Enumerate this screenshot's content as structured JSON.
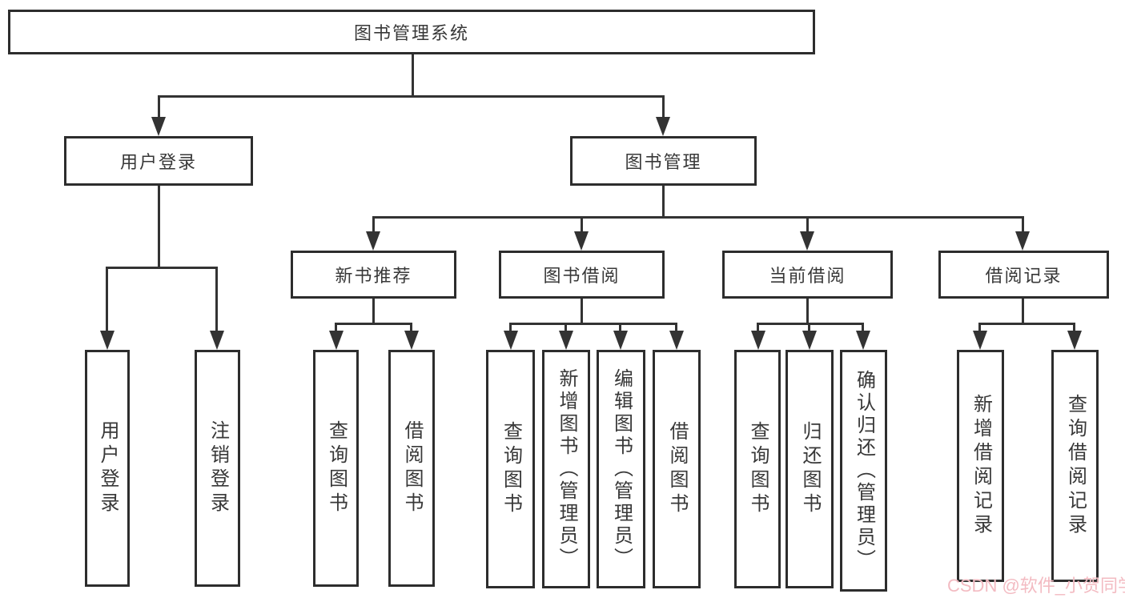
{
  "diagram_type": "hierarchy-tree",
  "tree": {
    "label": "图书管理系统",
    "children": [
      {
        "label": "用户登录",
        "children": [
          {
            "label": "用户登录"
          },
          {
            "label": "注销登录"
          }
        ]
      },
      {
        "label": "图书管理",
        "children": [
          {
            "label": "新书推荐",
            "children": [
              {
                "label": "查询图书"
              },
              {
                "label": "借阅图书"
              }
            ]
          },
          {
            "label": "图书借阅",
            "children": [
              {
                "label": "查询图书"
              },
              {
                "label": "新增图书（管理员）"
              },
              {
                "label": "编辑图书（管理员）"
              },
              {
                "label": "借阅图书"
              }
            ]
          },
          {
            "label": "当前借阅",
            "children": [
              {
                "label": "查询图书"
              },
              {
                "label": "归还图书"
              },
              {
                "label": "确认归还（管理员）"
              }
            ]
          },
          {
            "label": "借阅记录",
            "children": [
              {
                "label": "新增借阅记录"
              },
              {
                "label": "查询借阅记录"
              }
            ]
          }
        ]
      }
    ]
  },
  "watermark": {
    "text": "CSDN @软件_小贺同学"
  },
  "colors": {
    "background": "#ffffff",
    "box_border": "#2d2d2d",
    "connector_line": "#333333",
    "text": "#383838",
    "watermark": "#f2b7bf"
  }
}
